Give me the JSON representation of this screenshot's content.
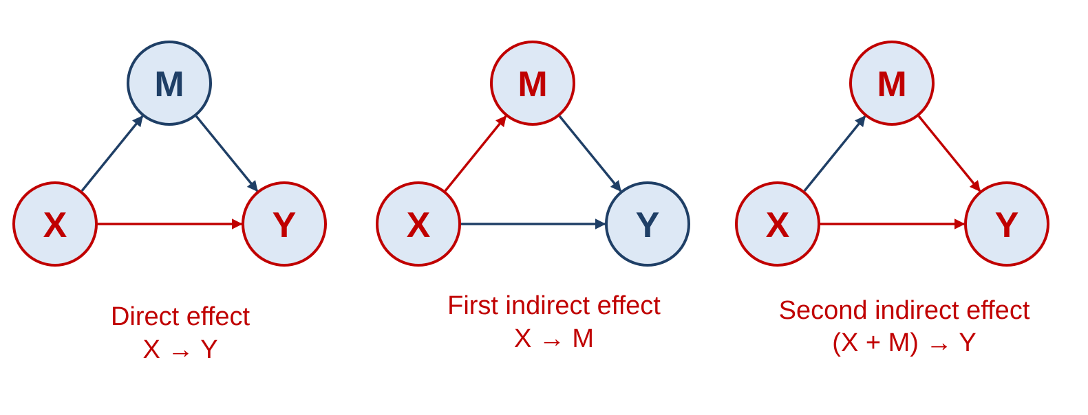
{
  "colors": {
    "red": "#c00000",
    "navy": "#1f3f66",
    "node_fill": "#dde8f5",
    "background": "#ffffff"
  },
  "diagrams": [
    {
      "nodes": {
        "x": {
          "label": "X",
          "color": "red"
        },
        "m": {
          "label": "M",
          "color": "navy"
        },
        "y": {
          "label": "Y",
          "color": "red"
        }
      },
      "edges": {
        "x_to_m": "navy",
        "m_to_y": "navy",
        "x_to_y": "red"
      },
      "caption": {
        "line1": "Direct effect",
        "line2": "X → Y"
      }
    },
    {
      "nodes": {
        "x": {
          "label": "X",
          "color": "red"
        },
        "m": {
          "label": "M",
          "color": "red"
        },
        "y": {
          "label": "Y",
          "color": "navy"
        }
      },
      "edges": {
        "x_to_m": "red",
        "m_to_y": "navy",
        "x_to_y": "navy"
      },
      "caption": {
        "line1": "First indirect effect",
        "line2": "X → M"
      }
    },
    {
      "nodes": {
        "x": {
          "label": "X",
          "color": "red"
        },
        "m": {
          "label": "M",
          "color": "red"
        },
        "y": {
          "label": "Y",
          "color": "red"
        }
      },
      "edges": {
        "x_to_m": "navy",
        "m_to_y": "red",
        "x_to_y": "red"
      },
      "caption": {
        "line1": "Second indirect effect",
        "line2": "(X + M) → Y"
      }
    }
  ]
}
